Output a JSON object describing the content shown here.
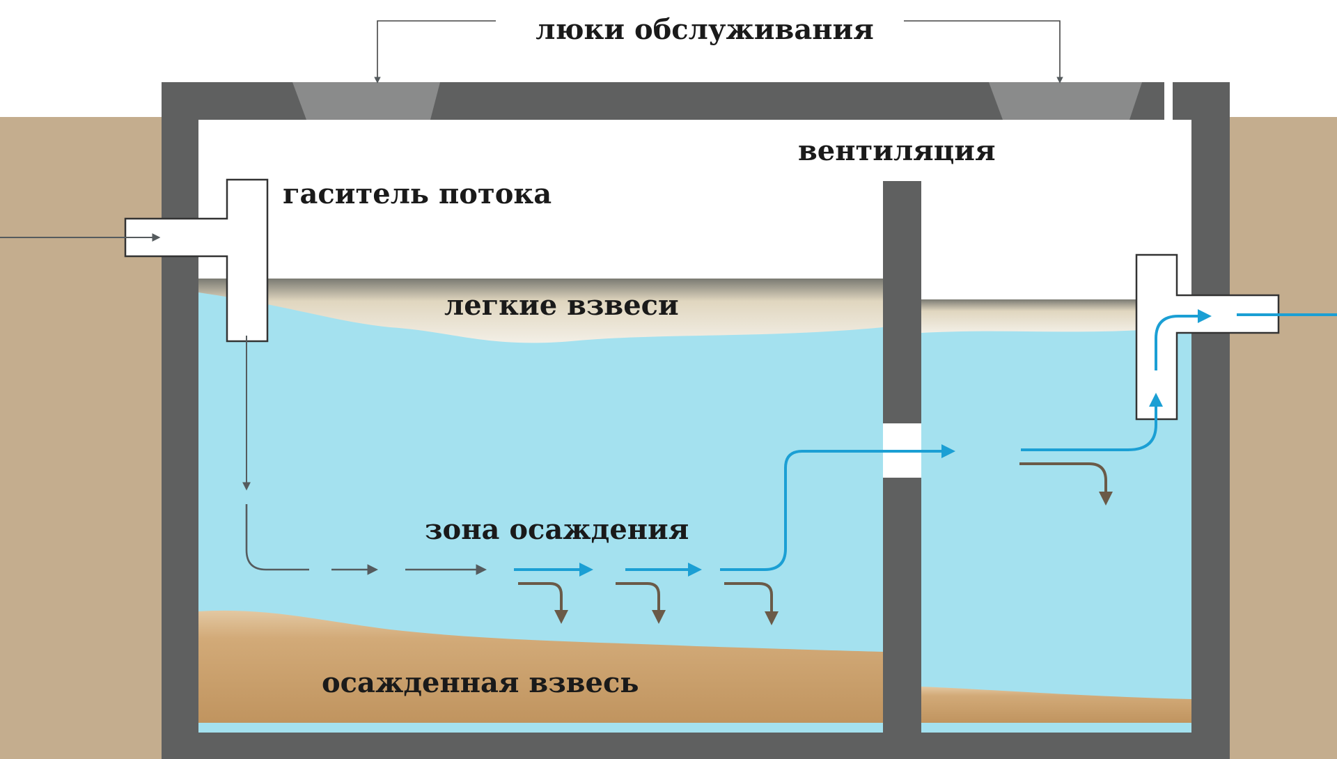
{
  "labels": {
    "hatches": "люки обслуживания",
    "flow_damper": "гаситель потока",
    "ventilation": "вентиляция",
    "light_suspensions": "легкие взвеси",
    "settling_zone": "зона осаждения",
    "settled_suspension": "осажденная взвесь"
  },
  "colors": {
    "ground": "#c4ad8e",
    "concrete": "#5f6060",
    "hatch": "#8a8b8b",
    "water": "#a4e1ef",
    "scum": "#e9e0cd",
    "sediment": "#c79b66",
    "flow_blue": "#1b9fd4",
    "flow_gray": "#555b5e",
    "sediment_arrow": "#6a5a48",
    "air": "#ffffff"
  }
}
